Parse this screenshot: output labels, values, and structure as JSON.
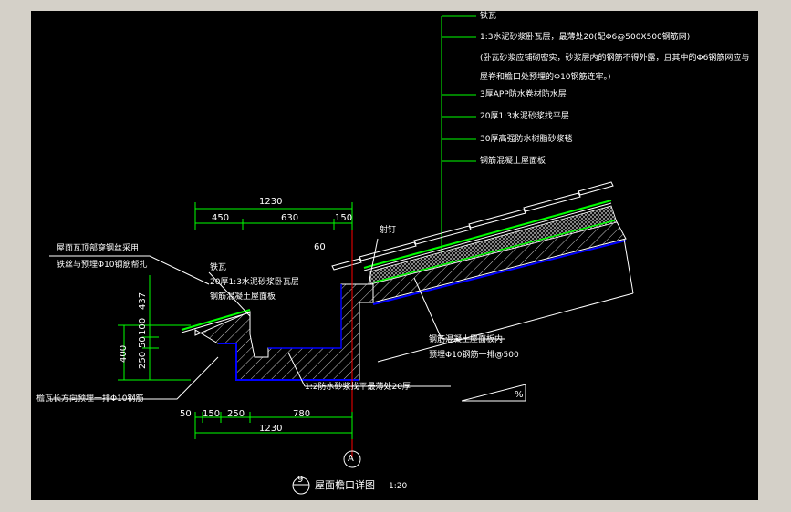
{
  "notes": {
    "l1": "铁瓦",
    "l2": "1:3水泥砂浆卧瓦层，最薄处20(配Φ6@500X500钢筋网)",
    "l3": "(卧瓦砂浆应铺砌密实，砂浆层内的钢筋不得外露，且其中的Φ6钢筋网应与",
    "l4": "屋脊和檐口处预埋的Φ10钢筋连牢。)",
    "l5": "3厚APP防水卷材防水层",
    "l6": "20厚1:3水泥砂浆找平层",
    "l7": "30厚高强防水树脂砂浆毯",
    "l8": "钢筋混凝土屋面板"
  },
  "left_notes": {
    "n1": "屋面瓦顶部穿钢丝采用",
    "n2": "铁丝与预埋Φ10钢筋帮扎",
    "n3": "铁瓦",
    "n4": "20厚1:3水泥砂浆卧瓦层",
    "n5": "钢筋混凝土屋面板",
    "n6": "檐瓦长方向预埋一排Φ10钢筋"
  },
  "mid_notes": {
    "m1": "钢筋混凝土屋面板内",
    "m2": "预埋Φ10钢筋一排@500",
    "m3": "1:2防水砂浆找平最薄处20厚",
    "m4": "射钉"
  },
  "dims_top": {
    "total": "1230",
    "d1": "450",
    "d2": "630",
    "d3": "150",
    "angle": "60"
  },
  "dims_bottom": {
    "total": "1230",
    "d1": "50",
    "d2": "150",
    "d3": "250",
    "d4": "780"
  },
  "dims_left": {
    "v1": "437",
    "v2": "100",
    "v3": "50",
    "v4": "250",
    "v5": "400"
  },
  "slope_label": "%",
  "axis_label": "A",
  "title": {
    "number": "9",
    "text": "屋面檐口详图",
    "scale": "1:20"
  },
  "colors": {
    "background": "#000000",
    "leader": "#00ff00",
    "outline": "#ffffff",
    "hatch": "#ffffff",
    "axis": "#ff0000",
    "membrane": "#0000ff"
  }
}
